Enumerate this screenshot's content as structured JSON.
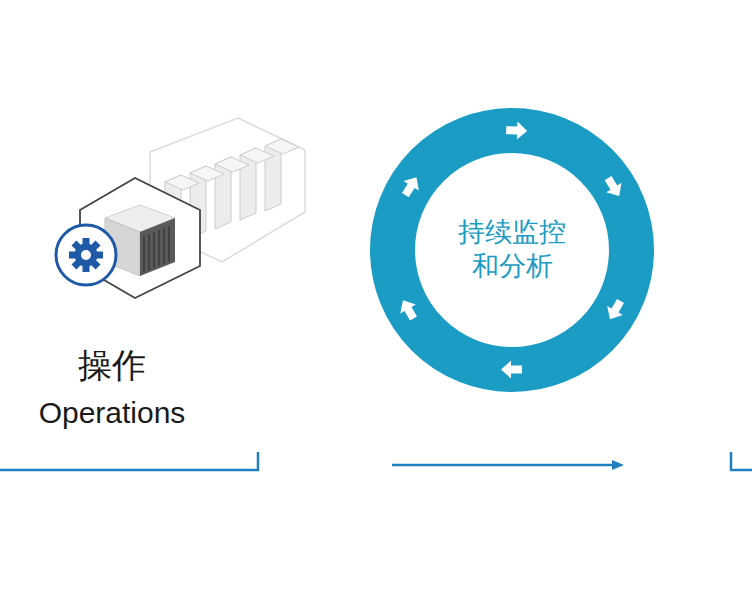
{
  "diagram": {
    "nodes": [
      {
        "text": [
          "持续监控 和分析"
        ]
      }
    ],
    "labels": [
      "操作",
      "Operations"
    ]
  }
}
